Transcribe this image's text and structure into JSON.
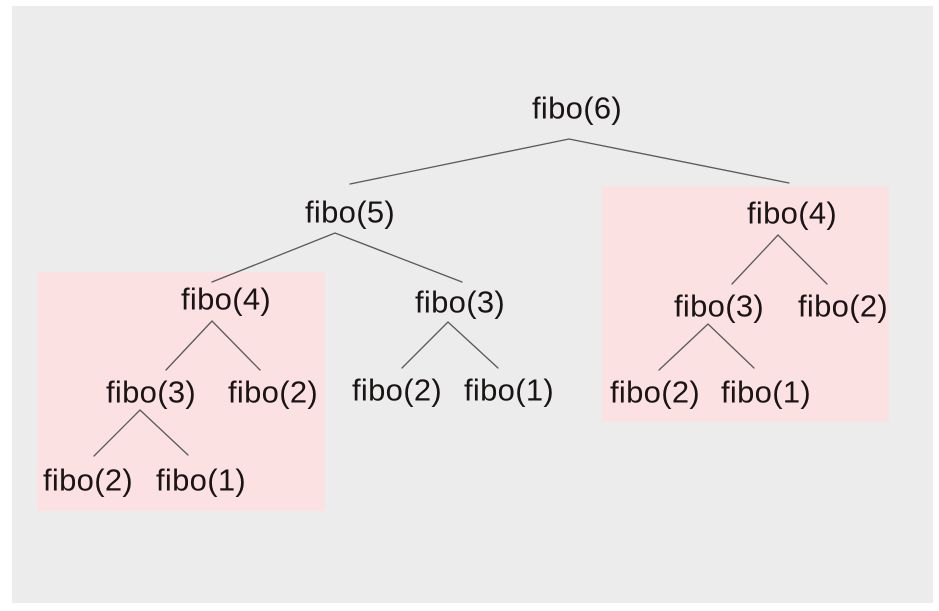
{
  "colors": {
    "page_background": "#ffffff",
    "canvas_background": "#ececec",
    "highlight_background": "#fce1e3",
    "edge": "#5a5a5a",
    "text": "#1a1414"
  },
  "diagram": {
    "type": "recursion-tree",
    "function_name": "fibo",
    "structure": {
      "label": "fibo(6)",
      "children": [
        {
          "label": "fibo(5)",
          "children": [
            {
              "label": "fibo(4)",
              "highlighted": true,
              "children": [
                {
                  "label": "fibo(3)",
                  "highlighted": true,
                  "children": [
                    {
                      "label": "fibo(2)",
                      "highlighted": true
                    },
                    {
                      "label": "fibo(1)",
                      "highlighted": true
                    }
                  ]
                },
                {
                  "label": "fibo(2)",
                  "highlighted": true
                }
              ]
            },
            {
              "label": "fibo(3)",
              "children": [
                {
                  "label": "fibo(2)"
                },
                {
                  "label": "fibo(1)"
                }
              ]
            }
          ]
        },
        {
          "label": "fibo(4)",
          "highlighted": true,
          "children": [
            {
              "label": "fibo(3)",
              "highlighted": true,
              "children": [
                {
                  "label": "fibo(2)",
                  "highlighted": true
                },
                {
                  "label": "fibo(1)",
                  "highlighted": true
                }
              ]
            },
            {
              "label": "fibo(2)",
              "highlighted": true
            }
          ]
        }
      ]
    }
  }
}
